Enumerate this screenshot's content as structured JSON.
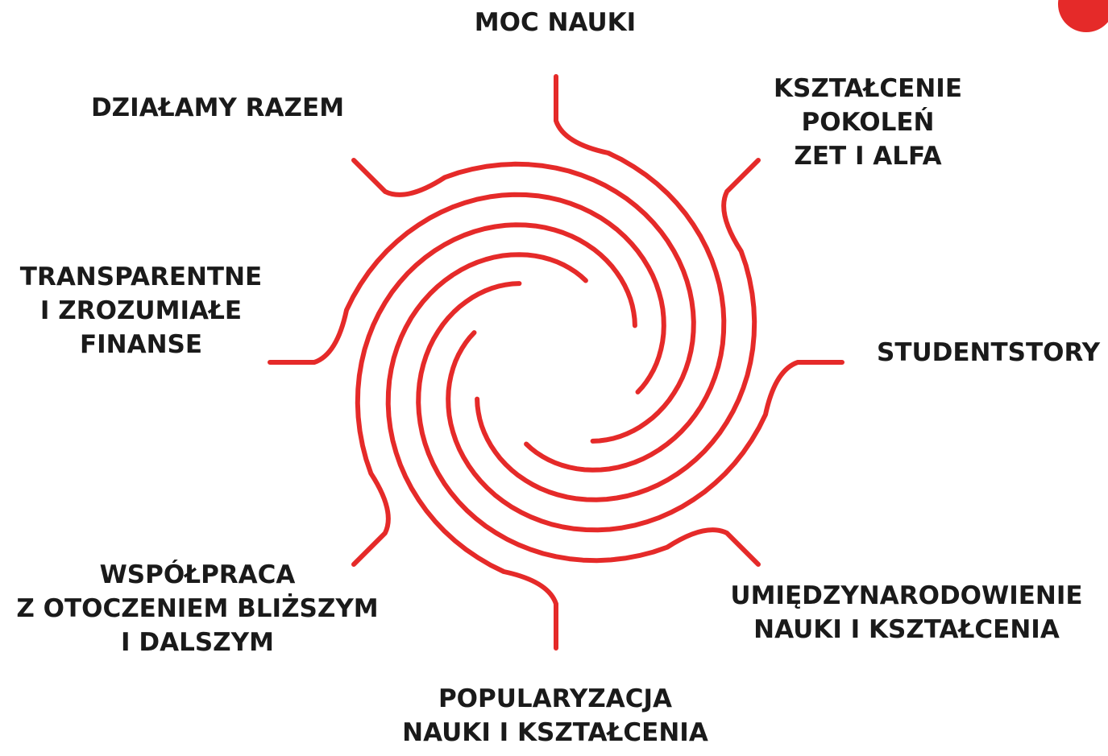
{
  "diagram": {
    "accent_color": "#e52a29",
    "text_color": "#1a1a1a",
    "center": {
      "arms": 8
    },
    "labels": {
      "moc_nauki": [
        "MOC NAUKI"
      ],
      "ksztalcenie": [
        "KSZTAŁCENIE",
        "POKOLEŃ",
        "ZET I ALFA"
      ],
      "dzialamy": [
        "DZIAŁAMY RAZEM"
      ],
      "transparentne": [
        "TRANSPARENTNE",
        "I ZROZUMIAŁE",
        "FINANSE"
      ],
      "studentstory": [
        "STUDENTSTORY"
      ],
      "wspolpraca": [
        "WSPÓŁPRACA",
        "Z OTOCZENIEM BLIŻSZYM",
        "I DALSZYM"
      ],
      "umiedzynarodowienie": [
        "UMIĘDZYNARODOWIENIE",
        "NAUKI I KSZTAŁCENIA"
      ],
      "popularyzacja": [
        "POPULARYZACJA",
        "NAUKI I KSZTAŁCENIA"
      ]
    }
  }
}
